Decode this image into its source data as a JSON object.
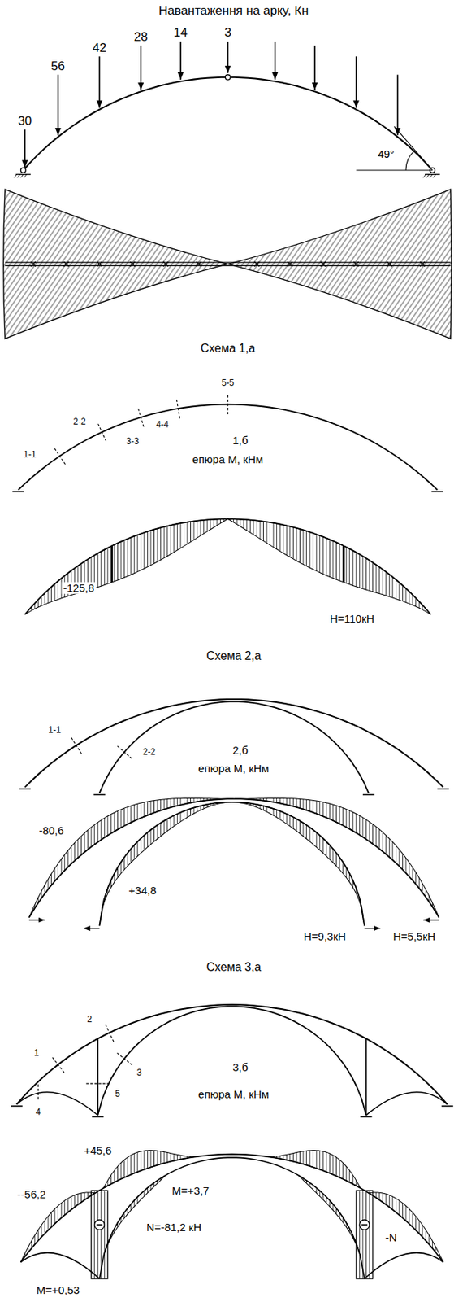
{
  "diagram": {
    "title": "Навантаження на арку, Кн",
    "labels": [
      "30",
      "56",
      "42",
      "28",
      "14",
      "3",
      "49°",
      "Схема 1,а",
      "5-5",
      "1-1",
      "2-2",
      "3-3",
      "4-4",
      "1,б",
      "епюра М, кНм",
      "-125,8",
      "H=110кН",
      "Схема 2,а",
      "1-1",
      "2-2",
      "2,б",
      "епюра М, кНм",
      "-80,6",
      "+34,8",
      "H=9,3кН",
      "H=5,5кН",
      "Схема 3,а",
      "1",
      "2",
      "3",
      "5",
      "4",
      "3,б",
      "епюра М, кНм",
      "+45,6",
      "--56,2",
      "M=+3,7",
      "N=-81,2 кН",
      "-N",
      "M=+0,53"
    ]
  }
}
